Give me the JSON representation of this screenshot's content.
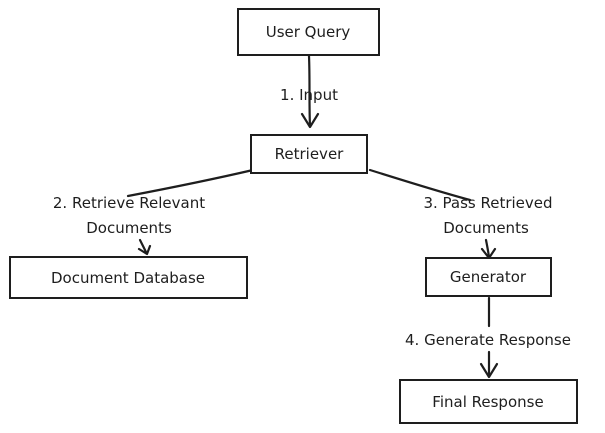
{
  "nodes": {
    "user_query": "User Query",
    "retriever": "Retriever",
    "document_database": "Document Database",
    "generator": "Generator",
    "final_response": "Final Response"
  },
  "edges": {
    "input": "1. Input",
    "retrieve_line1": "2. Retrieve Relevant",
    "retrieve_line2": "Documents",
    "pass_line1": "3. Pass Retrieved",
    "pass_line2": "Documents",
    "generate": "4. Generate Response"
  },
  "colors": {
    "stroke": "#1e1e1e",
    "background": "#ffffff"
  }
}
